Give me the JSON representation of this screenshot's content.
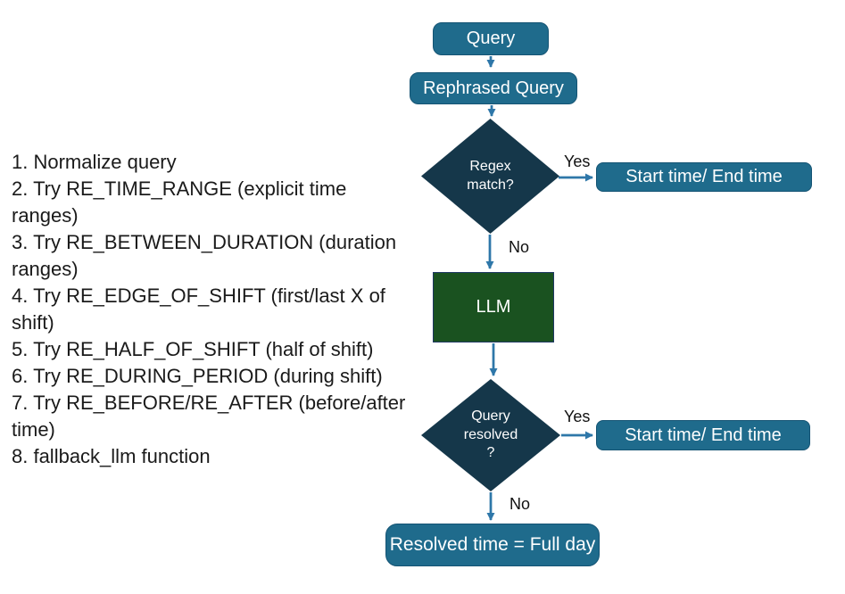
{
  "notes": {
    "lines": [
      "1. Normalize query",
      "2. Try RE_TIME_RANGE (explicit time",
      "ranges)",
      "3. Try RE_BETWEEN_DURATION (duration",
      "ranges)",
      "4. Try RE_EDGE_OF_SHIFT (first/last X of",
      "shift)",
      "5. Try RE_HALF_OF_SHIFT (half of shift)",
      "6. Try RE_DURING_PERIOD (during shift)",
      "7. Try RE_BEFORE/RE_AFTER (before/after",
      "time)",
      "8. fallback_llm function"
    ]
  },
  "flowchart": {
    "nodes": {
      "query": {
        "label": "Query"
      },
      "rephrased_query": {
        "label": "Rephrased Query"
      },
      "regex_match": {
        "label": "Regex\nmatch?"
      },
      "start_end_top": {
        "label": "Start time/ End time"
      },
      "llm": {
        "label": "LLM"
      },
      "query_resolved": {
        "label": "Query\nresolved\n?"
      },
      "start_end_bottom": {
        "label": "Start time/ End time"
      },
      "resolved_full_day": {
        "label": "Resolved time = Full day"
      }
    },
    "edge_labels": {
      "regex_yes": "Yes",
      "regex_no": "No",
      "resolved_yes": "Yes",
      "resolved_no": "No"
    },
    "colors": {
      "process_fill": "#1F6B8C",
      "decision_fill": "#15374A",
      "llm_fill": "#1A5220",
      "llm_border": "#203864",
      "arrow": "#2E77A9",
      "node_text": "#FFFFFF",
      "notes_text": "#1A1A1A"
    }
  }
}
